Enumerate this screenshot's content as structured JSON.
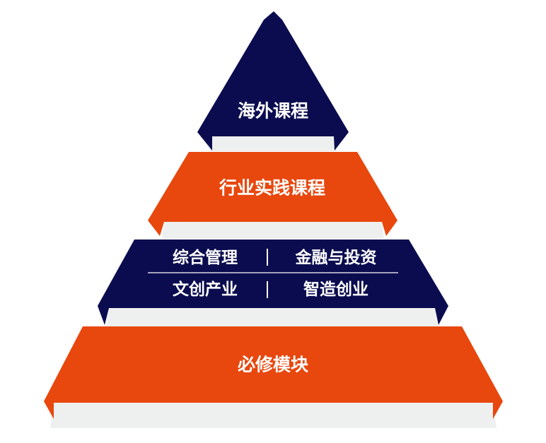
{
  "colors": {
    "navy": "#0b0c4f",
    "orange": "#e8470d",
    "shadow": "#eef0f0",
    "text": "#ffffff"
  },
  "pyramid": {
    "tier1": {
      "label": "海外课程"
    },
    "tier2": {
      "label": "行业实践课程"
    },
    "tier3": {
      "cells": [
        "综合管理",
        "金融与投资",
        "文创产业",
        "智造创业"
      ]
    },
    "tier4": {
      "label": "必修模块"
    }
  }
}
